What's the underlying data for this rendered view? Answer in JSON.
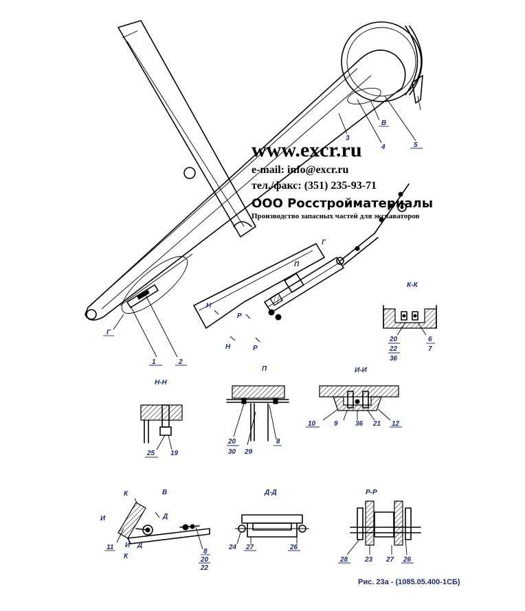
{
  "watermark": {
    "site": "www.excr.ru",
    "email": "e-mail: info@excr.ru",
    "phone": "тел./факс: (351) 235-93-71",
    "company": "ООО Росстройматериалы",
    "tagline": "Производство запасных частей для экскаваторов"
  },
  "caption": "Рис. 23а - (1085.05.400-1СБ)",
  "views": {
    "main": {
      "labels": [
        "1",
        "2",
        "3",
        "4",
        "5",
        "В",
        "Г"
      ]
    },
    "detail_g": {
      "title": "Г",
      "labels": [
        "П",
        "Н",
        "Н",
        "Р",
        "Р"
      ]
    },
    "section_kk": {
      "title": "К-К",
      "labels": [
        "20",
        "22",
        "36",
        "6",
        "7"
      ]
    },
    "section_nn": {
      "title": "Н-Н",
      "labels": [
        "25",
        "19"
      ]
    },
    "view_p": {
      "title": "П",
      "labels": [
        "20",
        "30",
        "29",
        "8"
      ]
    },
    "section_ii": {
      "title": "И-И",
      "labels": [
        "10",
        "9",
        "36",
        "21",
        "12"
      ]
    },
    "detail_v": {
      "title": "В",
      "labels": [
        "К",
        "И",
        "Д",
        "11",
        "И",
        "Д",
        "К",
        "8",
        "20",
        "22"
      ]
    },
    "section_dd": {
      "title": "Д-Д",
      "labels": [
        "24",
        "27",
        "26"
      ]
    },
    "section_rr": {
      "title": "Р-Р",
      "labels": [
        "28",
        "23",
        "27",
        "26"
      ]
    }
  },
  "colors": {
    "ink": "#000000",
    "label": "#1d2a6b",
    "background": "#ffffff"
  }
}
